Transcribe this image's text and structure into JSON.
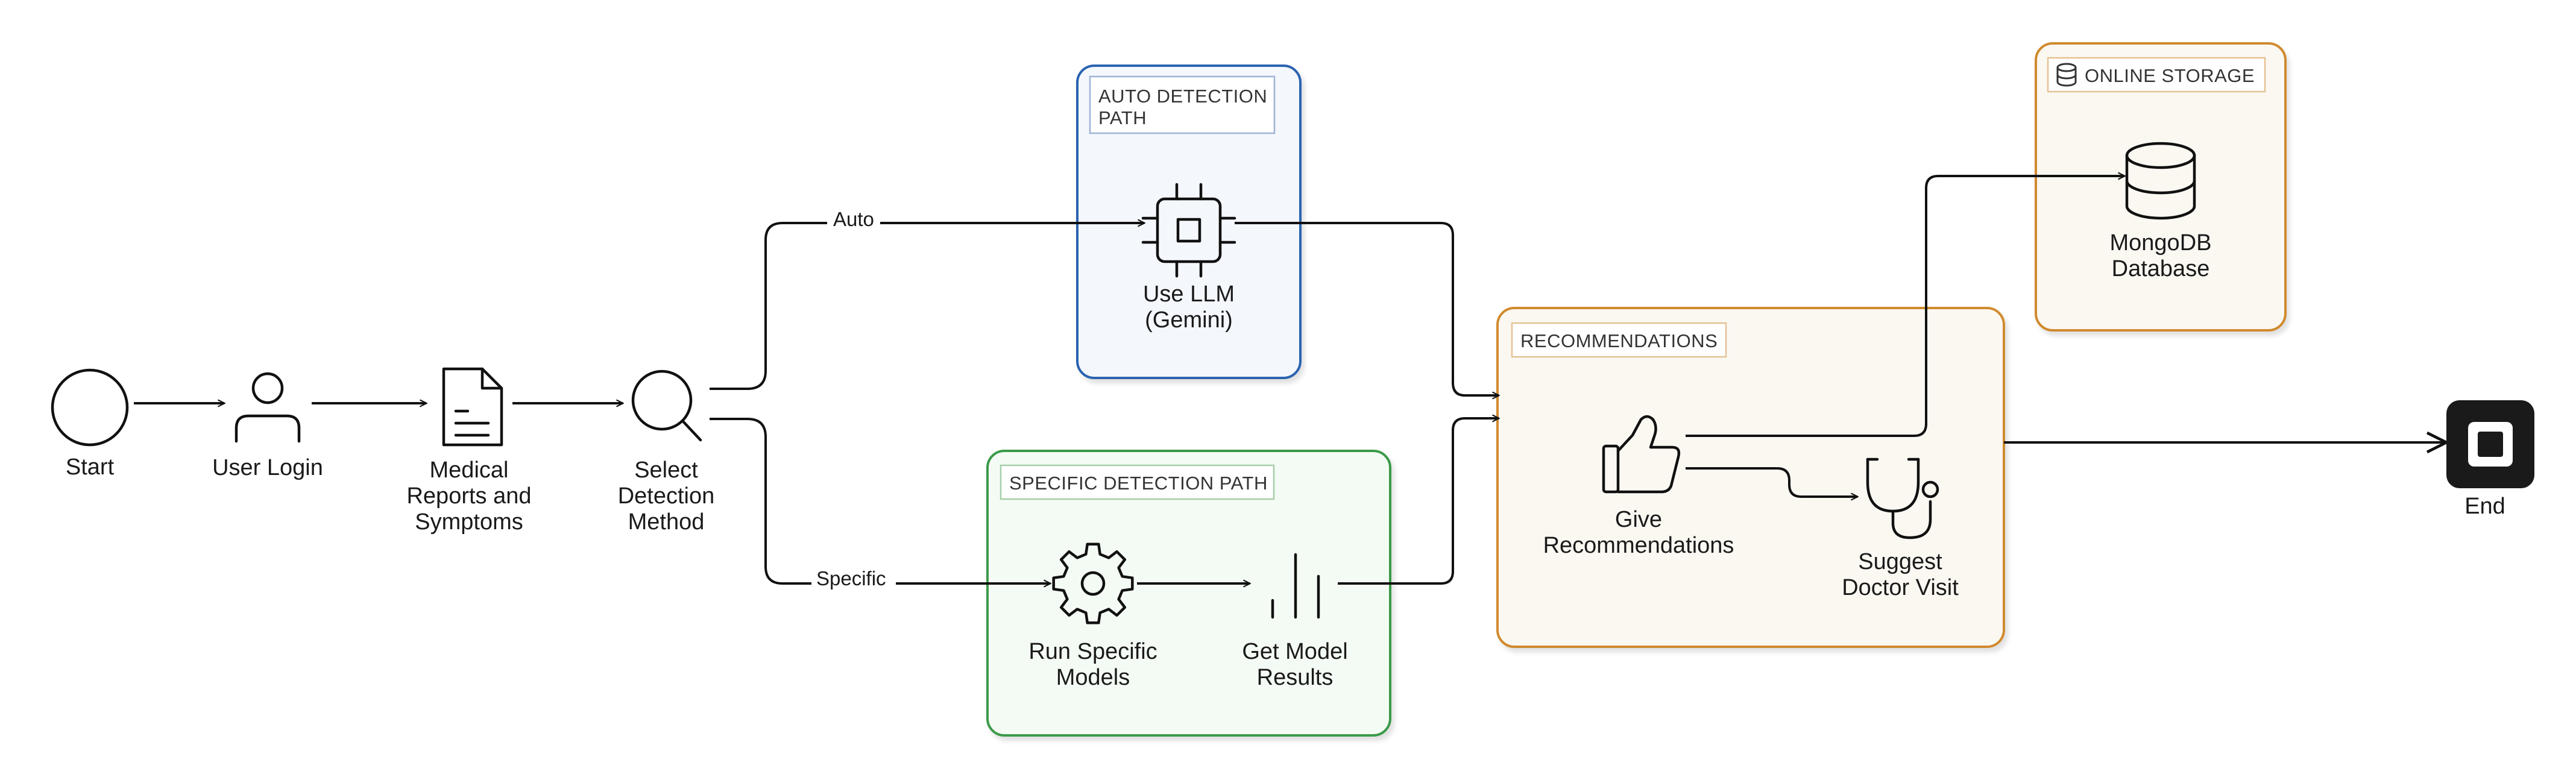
{
  "colors": {
    "auto_stroke": "#2b63b0",
    "auto_fill": "#f4f7fc",
    "specific_stroke": "#3a9a4a",
    "specific_fill": "#f4fbf4",
    "rec_stroke": "#d08a2e",
    "rec_fill": "#fbf8f2",
    "storage_stroke": "#d08a2e",
    "storage_fill": "#fbf8f2",
    "line": "#111111"
  },
  "groups": {
    "auto": {
      "title_line1": "AUTO DETECTION",
      "title_line2": "PATH"
    },
    "specific": {
      "title": "SPECIFIC DETECTION PATH"
    },
    "recommendations": {
      "title": "RECOMMENDATIONS"
    },
    "storage": {
      "title": "ONLINE STORAGE",
      "icon": "database-icon"
    }
  },
  "nodes": {
    "start": {
      "label": "Start",
      "icon": "circle-icon"
    },
    "login": {
      "label": "User Login",
      "icon": "user-icon"
    },
    "reports": {
      "label_lines": [
        "Medical",
        "Reports and",
        "Symptoms"
      ],
      "icon": "document-icon"
    },
    "select": {
      "label_lines": [
        "Select",
        "Detection",
        "Method"
      ],
      "icon": "search-icon"
    },
    "llm": {
      "label_lines": [
        "Use LLM",
        "(Gemini)"
      ],
      "icon": "cpu-chip-icon"
    },
    "run_models": {
      "label_lines": [
        "Run Specific",
        "Models"
      ],
      "icon": "gear-icon"
    },
    "get_results": {
      "label_lines": [
        "Get Model",
        "Results"
      ],
      "icon": "bar-chart-icon"
    },
    "give_rec": {
      "label_lines": [
        "Give",
        "Recommendations"
      ],
      "icon": "thumbs-up-icon"
    },
    "doctor": {
      "label_lines": [
        "Suggest",
        "Doctor Visit"
      ],
      "icon": "stethoscope-icon"
    },
    "mongodb": {
      "label_lines": [
        "MongoDB",
        "Database"
      ],
      "icon": "database-icon"
    },
    "end": {
      "label": "End",
      "icon": "stop-icon"
    }
  },
  "edges": {
    "auto_label": "Auto",
    "specific_label": "Specific"
  }
}
